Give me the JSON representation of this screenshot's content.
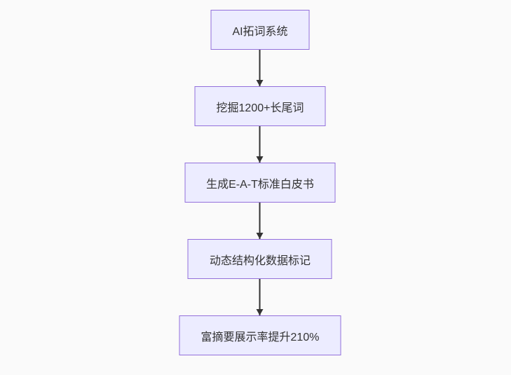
{
  "diagram": {
    "type": "flowchart-top-down",
    "colors": {
      "background": "#fafafa",
      "node_fill": "#ECECFF",
      "node_border": "#9370DB",
      "node_text": "#333333",
      "arrow": "#333333"
    },
    "nodes": [
      {
        "id": "n1",
        "label": "AI拓词系统"
      },
      {
        "id": "n2",
        "label": "挖掘1200+长尾词"
      },
      {
        "id": "n3",
        "label": "生成E-A-T标准白皮书"
      },
      {
        "id": "n4",
        "label": "动态结构化数据标记"
      },
      {
        "id": "n5",
        "label": "富摘要展示率提升210%"
      }
    ],
    "edges": [
      {
        "from": "n1",
        "to": "n2"
      },
      {
        "from": "n2",
        "to": "n3"
      },
      {
        "from": "n3",
        "to": "n4"
      },
      {
        "from": "n4",
        "to": "n5"
      }
    ]
  }
}
